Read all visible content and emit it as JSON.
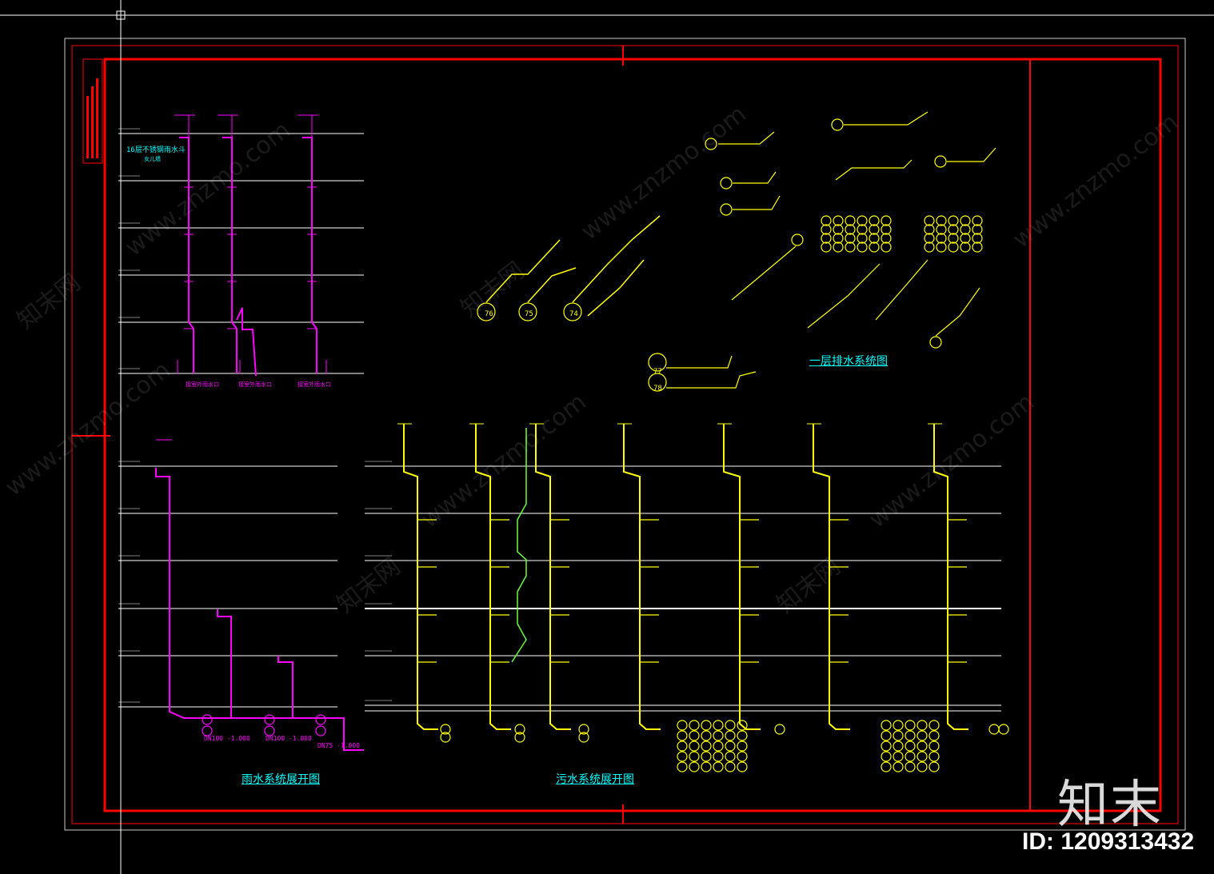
{
  "titles": {
    "first_floor_drainage": "一层排水系统图",
    "rainwater_expanded": "雨水系统展开图",
    "sewage_expanded": "污水系统展开图"
  },
  "annotations": {
    "roof_note_line1": "16层不锈钢雨水斗",
    "roof_note_line2": "女儿墙",
    "outlet_label_1": "接室外雨水口",
    "outlet_label_2": "接室外雨水口",
    "outlet_label_3": "接室外雨水口"
  },
  "pipe_labels": {
    "rain_dn100_1": "DN100 -1.000",
    "rain_dn100_2": "DN100 -1.000",
    "rain_dn75": "DN75 -1.000",
    "p_76": "76",
    "p_75": "75",
    "p_74": "74",
    "p_77": "77",
    "p_78": "78"
  },
  "watermarks": {
    "site": "www.znzmo.com",
    "cn": "知末网"
  },
  "branding": {
    "logo": "知末",
    "id_text": "ID: 1209313432"
  },
  "colors": {
    "frame": "#ff0000",
    "rain": "#ff00ff",
    "sewage": "#ffff00",
    "vent": "#66ff33",
    "text": "#00ffff",
    "floor_line": "#ffffff"
  }
}
